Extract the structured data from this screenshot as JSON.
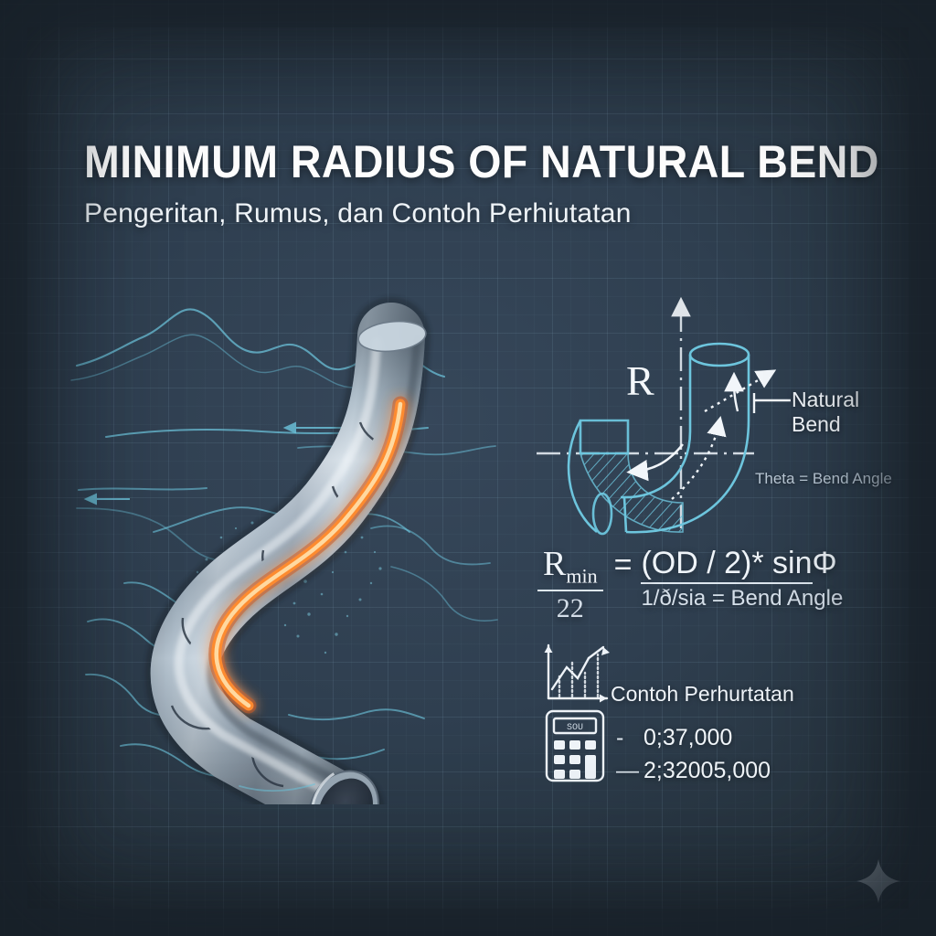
{
  "header": {
    "title": "MINIMUM RADIUS  OF NATURAL BEND",
    "subtitle": "Pengeritan, Rumus, dan Contoh Perhiutatan"
  },
  "diagram": {
    "radius_label": "R",
    "callout_line1": "Natural",
    "callout_line2": "Bend",
    "theta_note": "Theta = Bend Angle"
  },
  "formula": {
    "numerator": "R",
    "numerator_sub": "min",
    "denominator": "22",
    "equals": "=",
    "rhs_top": "(OD / 2)* sin",
    "rhs_symbol": "Φ",
    "rhs_bottom": "1/ð/sia = Bend Angle"
  },
  "example": {
    "title": "Contoh Perhurtatan",
    "calculator_display": "SOU",
    "values": [
      {
        "marker": "-",
        "value": "0;37,000"
      },
      {
        "marker": "—",
        "value": "2;32005,000"
      }
    ]
  },
  "icons": {
    "chart": "line-chart-icon",
    "calculator": "calculator-icon",
    "sparkle": "sparkle-icon"
  },
  "colors": {
    "background": "#2f3f50",
    "grid": "#96b9d2",
    "blueprint_cyan": "#6dc5dd",
    "pipe_glow": "#ff9a4d",
    "text_primary": "#ffffff",
    "text_secondary": "#b9c7d4"
  }
}
